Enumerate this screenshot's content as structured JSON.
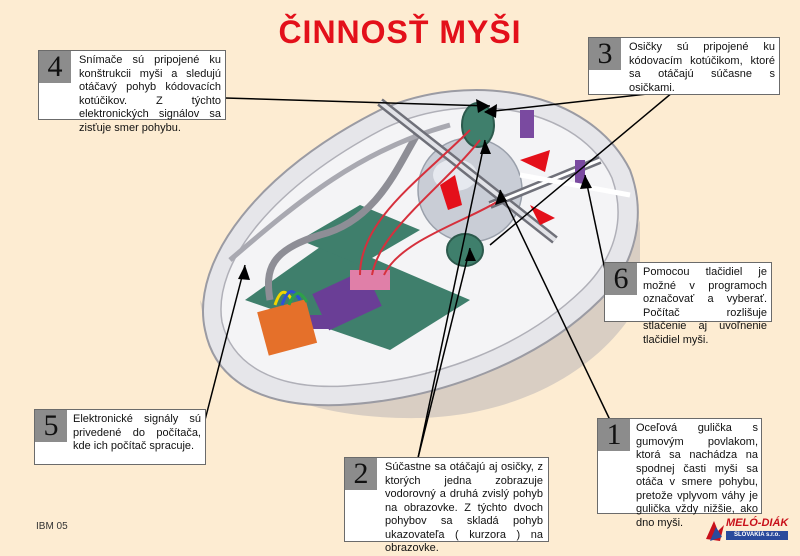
{
  "title": "ČINNOSŤ MYŠI",
  "footer_code": "IBM 05",
  "logo": {
    "name": "MELÓ-DIÁK",
    "subtitle": "SLOVAKIA s.r.o."
  },
  "callouts": [
    {
      "num": "1",
      "text": "Oceľová gulička s gumovým povlakom, ktorá sa nachádza na spodnej časti myši sa otáča v smere pohybu, pretože vplyvom váhy je gulička vždy nižšie, ako dno myši."
    },
    {
      "num": "2",
      "text": "Súčastne sa otáčajú aj osičky, z ktorých jedna zobrazuje vodorovný a druhá zvislý pohyb na obrazovke. Z týchto dvoch pohybov sa skladá pohyb ukazovateľa ( kurzora ) na obrazovke."
    },
    {
      "num": "3",
      "text": "Osičky sú pripojené ku kódovacím kotúčikom, ktoré sa otáčajú súčasne s osičkami."
    },
    {
      "num": "4",
      "text": "Snímače sú pripojené ku konštrukcii myši a sledujú otáčavý pohyb kódovacích kotúčikov. Z týchto elektronických signálov sa zisťuje smer pohybu."
    },
    {
      "num": "5",
      "text": "Elektronické signály sú privedené do počítača, kde ich počítač spracuje."
    },
    {
      "num": "6",
      "text": "Pomocou tlačidiel je možné v programoch označovať a vyberať. Počítač rozlišuje stlačenie aj uvoľnenie tlačidiel myši."
    }
  ]
}
